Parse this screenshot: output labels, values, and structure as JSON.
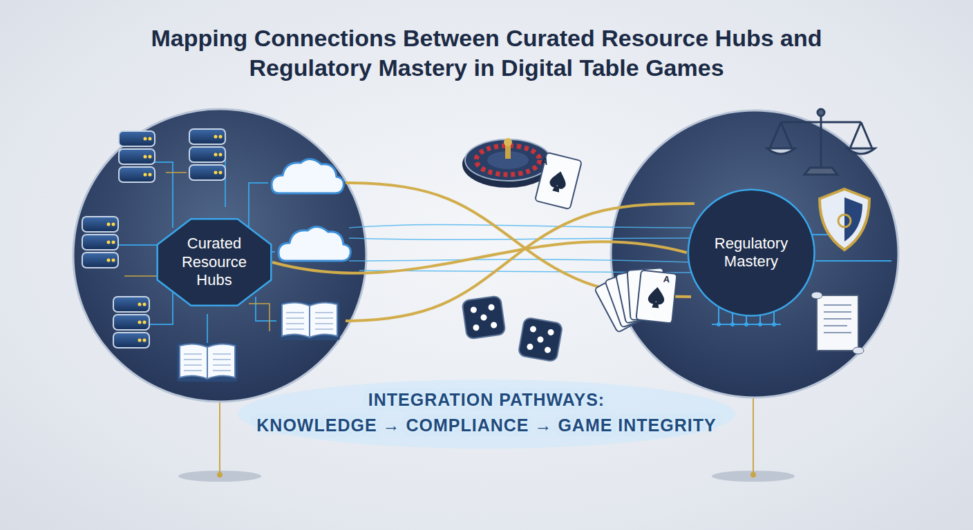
{
  "diagram": {
    "title": "Mapping Connections Between Curated Resource Hubs and Regulatory Mastery in Digital Table Games",
    "nodes": [
      {
        "text": [
          "Curated Resource Hubs"
        ]
      },
      {
        "text": [
          "Regulatory Mastery"
        ]
      }
    ],
    "edges": [
      {
        "from": 0,
        "to": 1,
        "arrow": "none"
      }
    ],
    "labels": [
      "INTEGRATION PATHWAYS:",
      "KNOWLEDGE → COMPLIANCE → GAME INTEGRITY",
      "A",
      "A"
    ]
  }
}
